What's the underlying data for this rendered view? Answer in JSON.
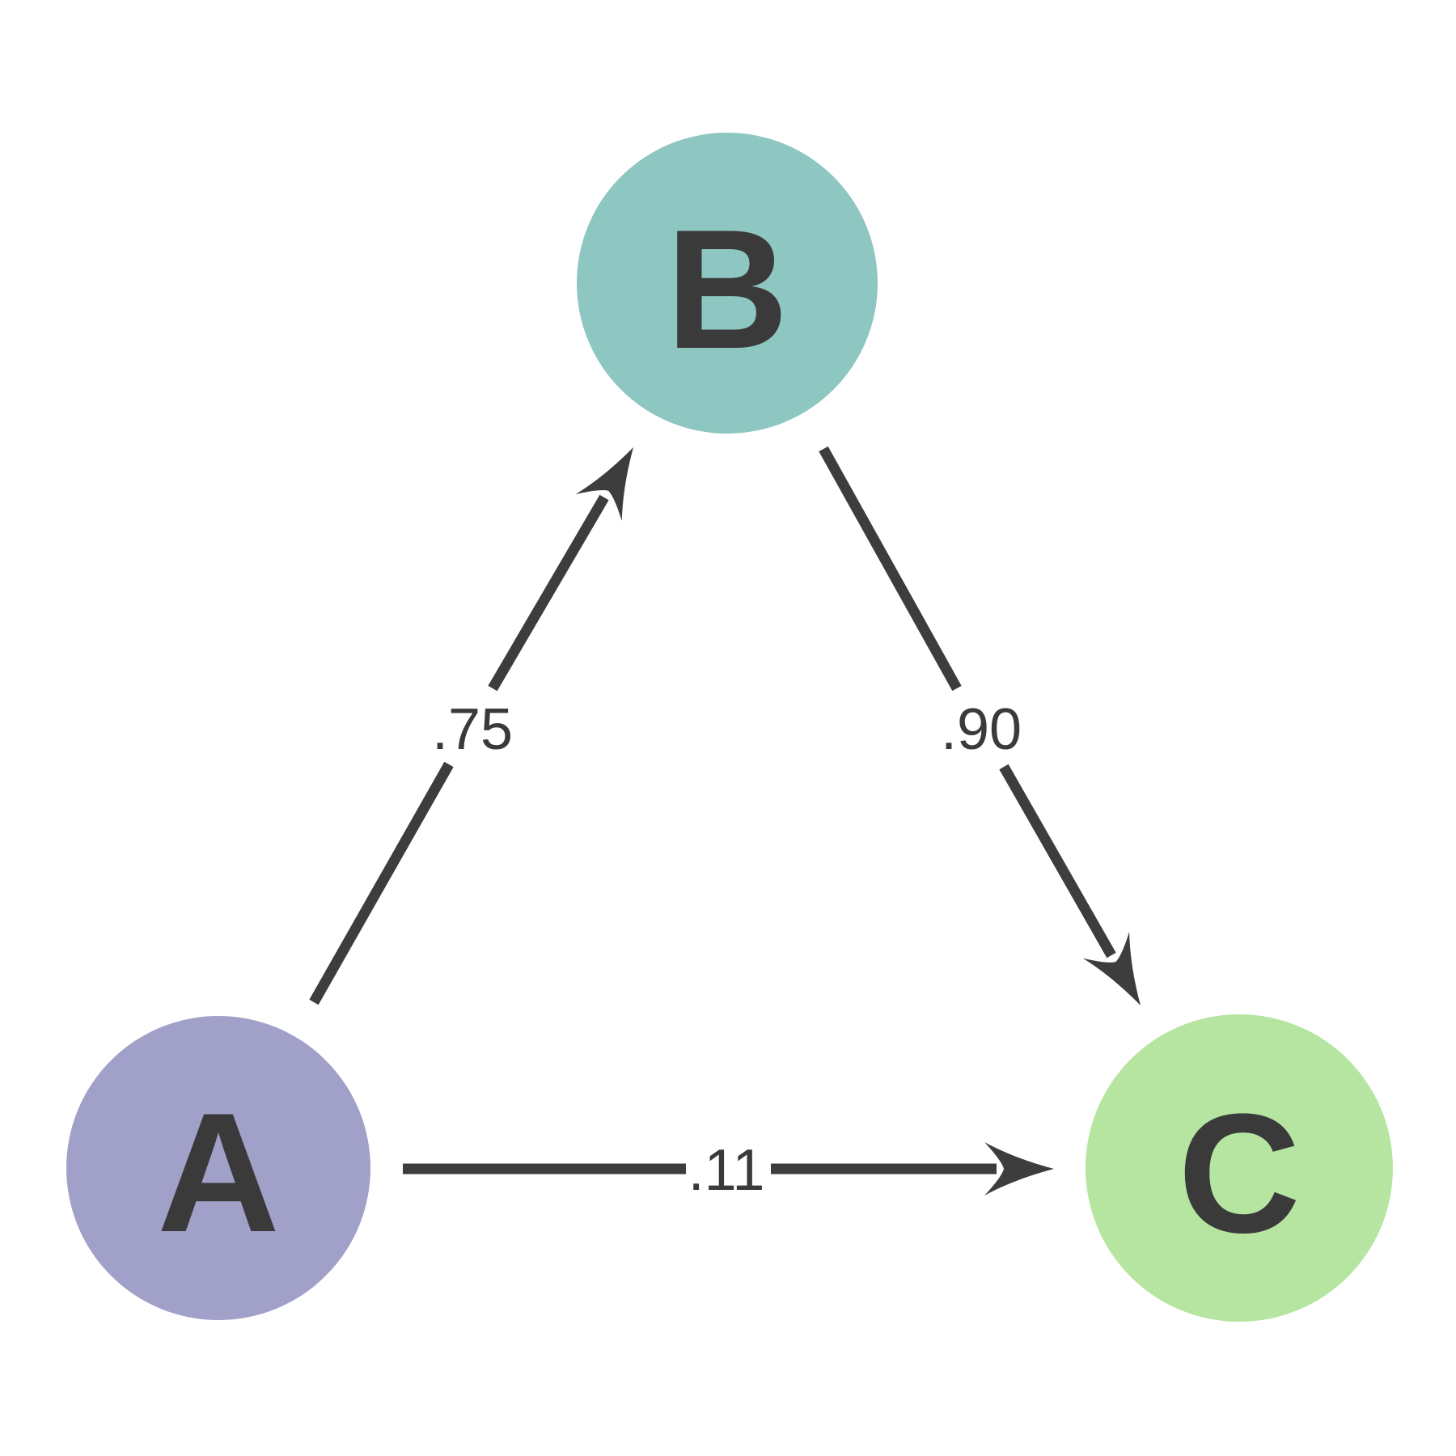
{
  "figure": {
    "background": "#ffffff",
    "edge_color": "#3d3d3d",
    "label_color": "#3a3a3a",
    "nodes": [
      {
        "id": "A",
        "label": "A",
        "color": "#a1a0c8"
      },
      {
        "id": "B",
        "label": "B",
        "color": "#8ec6c1"
      },
      {
        "id": "C",
        "label": "C",
        "color": "#b6e5a1"
      }
    ],
    "edges": [
      {
        "from": "A",
        "to": "B",
        "weight": ".75"
      },
      {
        "from": "B",
        "to": "C",
        "weight": ".90"
      },
      {
        "from": "A",
        "to": "C",
        "weight": ".11"
      }
    ]
  }
}
